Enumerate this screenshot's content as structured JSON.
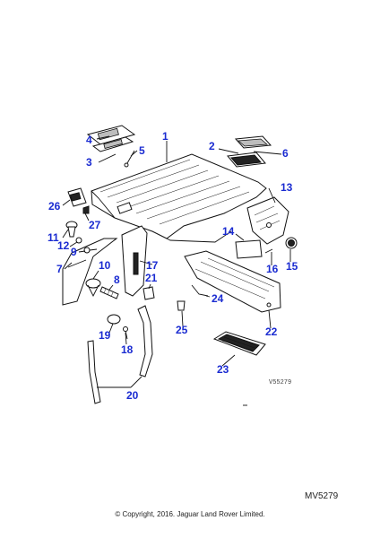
{
  "callouts": [
    "1",
    "2",
    "3",
    "4",
    "5",
    "6",
    "7",
    "8",
    "9",
    "10",
    "11",
    "12",
    "13",
    "14",
    "15",
    "16",
    "17",
    "18",
    "19",
    "20",
    "21",
    "22",
    "23",
    "24",
    "25",
    "26",
    "27"
  ],
  "inner_code": "V55279",
  "reference": "MV5279",
  "copyright": "© Copyright, 2016. Jaguar Land Rover Limited.",
  "colors": {
    "callout": "#1a2bd1",
    "line": "#111111"
  }
}
